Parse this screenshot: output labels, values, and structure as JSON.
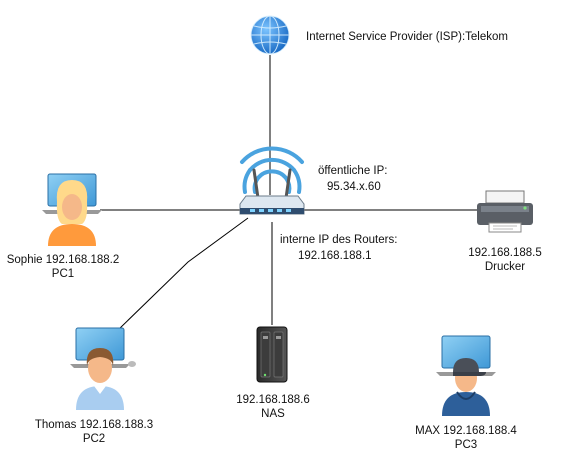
{
  "isp": {
    "label": "Internet Service Provider (ISP):Telekom"
  },
  "router": {
    "public_ip_label": "öffentliche IP:",
    "public_ip_value": "95.34.x.60",
    "internal_ip_label": "interne IP des Routers:",
    "internal_ip_value": "192.168.188.1"
  },
  "devices": {
    "pc1": {
      "line1": "Sophie 192.168.188.2",
      "line2": "PC1"
    },
    "printer": {
      "line1": "192.168.188.5",
      "line2": "Drucker"
    },
    "pc2": {
      "line1": "Thomas 192.168.188.3",
      "line2": "PC2"
    },
    "nas": {
      "line1": "192.168.188.6",
      "line2": "NAS"
    },
    "pc3": {
      "line1": "MAX 192.168.188.4",
      "line2": "PC3"
    }
  },
  "icons": {
    "isp": "globe-icon",
    "router": "wifi-router-icon",
    "pc1": "user-female-computer-icon",
    "printer": "printer-icon",
    "pc2": "user-male-computer-icon",
    "nas": "nas-icon",
    "pc3": "user-cap-computer-icon"
  },
  "colors": {
    "line": "#000000",
    "wifi": "#4aa3df",
    "globe": "#1f7fd1",
    "monitor": "#5ab0e0",
    "skin": "#f5b889",
    "shirt_orange": "#ff9a3c",
    "shirt_blue": "#a9cdf0",
    "hoodie": "#2d5f9a"
  }
}
